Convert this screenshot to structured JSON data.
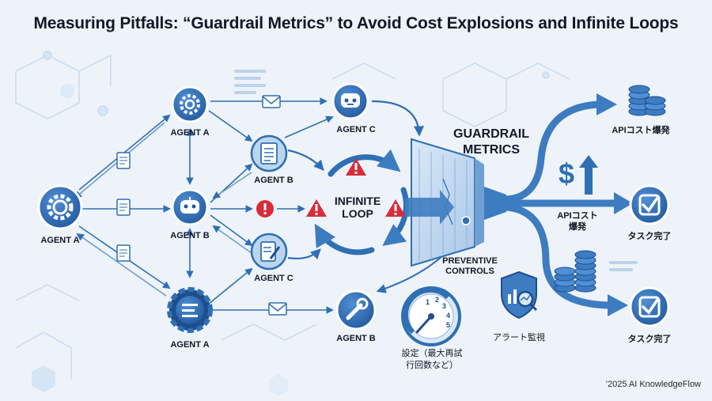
{
  "title": "Measuring Pitfalls: “Guardrail Metrics” to Avoid Cost Explosions and Infinite Loops",
  "agents": {
    "left": "AGENT A",
    "top_a": "AGENT A",
    "mid_b": "AGENT B",
    "bottom_a": "AGENT A",
    "doc_b": "AGENT B",
    "edit_c": "AGENT C",
    "robot_c": "AGENT C",
    "wrench_b": "AGENT B"
  },
  "loop": {
    "line1": "INFINITE",
    "line2": "LOOP"
  },
  "guardrail": {
    "line1": "GUARDRAIL",
    "line2": "METRICS"
  },
  "preventive": {
    "line1": "PREVENTIVE",
    "line2": "CONTROLS"
  },
  "outputs": {
    "api_cost_top": "APIコスト爆発",
    "api_cost_mid_1": "APIコスト",
    "api_cost_mid_2": "爆発",
    "task_done_1": "タスク完了",
    "task_done_2": "タスク完了"
  },
  "controls": {
    "settings_1": "設定（最大再試",
    "settings_2": "行回数など）",
    "alert": "アラート監視",
    "gauge_ticks": [
      "1",
      "2",
      "3",
      "4",
      "5"
    ]
  },
  "copyright": "'2025 AI KnowledgeFlow",
  "colors": {
    "primary": "#2f6fb3",
    "dark": "#1e4e8c",
    "light": "#bcd5ef",
    "alert": "#d92b3a"
  },
  "icons": [
    "gear-icon",
    "robot-icon",
    "document-icon",
    "edit-icon",
    "wrench-icon",
    "envelope-icon",
    "warning-icon",
    "alert-icon",
    "coins-icon",
    "dollar-icon",
    "check-icon",
    "gauge-icon",
    "shield-icon"
  ]
}
